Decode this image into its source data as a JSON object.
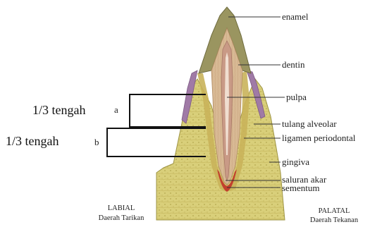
{
  "labels": {
    "enamel": "enamel",
    "dentin": "dentin",
    "pulpa": "pulpa",
    "tulang_alveolar": "tulang alveolar",
    "ligamen_periodontal": "ligamen periodontal",
    "gingiva": "gingiva",
    "saluran_akar": "saluran akar",
    "sementum": "sementum"
  },
  "brackets": {
    "a_text": "1/3 tengah",
    "a_letter": "a",
    "b_text": "1/3 tengah",
    "b_letter": "b"
  },
  "sides": {
    "labial": "LABIAL",
    "labial_sub": "Daerah Tarikan",
    "palatal": "PALATAL",
    "palatal_sub": "Daerah Tekanan"
  },
  "colors": {
    "bone": "#d9cf7a",
    "enamel": "#9a9560",
    "dentin": "#d4b48f",
    "pulp": "#c99a86",
    "gingiva": "#a07aa6",
    "ligament": "#c9b25a",
    "cementum": "#c2402e"
  }
}
